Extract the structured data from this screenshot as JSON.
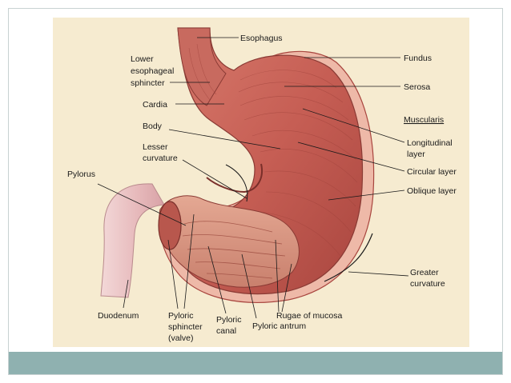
{
  "labels": {
    "esophagus": "Esophagus",
    "lower_esophageal_sphincter": [
      "Lower",
      "esophageal",
      "sphincter"
    ],
    "cardia": "Cardia",
    "body": "Body",
    "lesser_curvature": [
      "Lesser",
      "curvature"
    ],
    "pylorus": "Pylorus",
    "duodenum": "Duodenum",
    "pyloric_sphincter": [
      "Pyloric",
      "sphincter",
      "(valve)"
    ],
    "pyloric_canal": [
      "Pyloric",
      "canal"
    ],
    "pyloric_antrum": "Pyloric antrum",
    "rugae_of_mucosa": "Rugae of mucosa",
    "fundus": "Fundus",
    "serosa": "Serosa",
    "muscularis": "Muscularis",
    "longitudinal_layer": [
      "Longitudinal",
      "layer"
    ],
    "circular_layer": "Circular layer",
    "oblique_layer": "Oblique layer",
    "greater_curvature": [
      "Greater",
      "curvature"
    ]
  },
  "colors": {
    "slide_footer": "#8fb1b0",
    "figure_background": "#f6ebd0",
    "stomach_muscle": "#c9645a",
    "stomach_shadow": "#a8453e",
    "mucosa": "#d99a86",
    "duodenum": "#efc9c9",
    "serosa": "#eeb9a8"
  }
}
